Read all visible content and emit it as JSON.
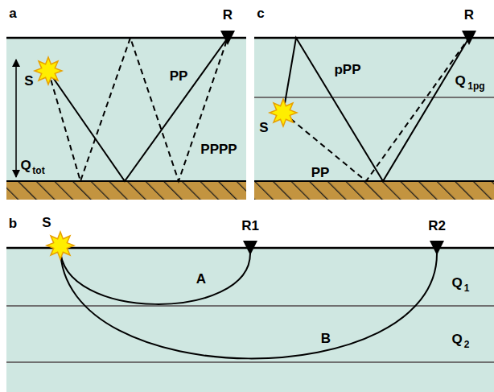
{
  "diagram": {
    "labels": [
      "a",
      "S",
      "R",
      "PP",
      "PPPP",
      "Q",
      "tot",
      "c",
      "S",
      "R",
      "pPP",
      "PP",
      "Q",
      "1pg",
      "b",
      "S",
      "R1",
      "R2",
      "A",
      "Q",
      "1",
      "B",
      "Q",
      "2"
    ]
  }
}
